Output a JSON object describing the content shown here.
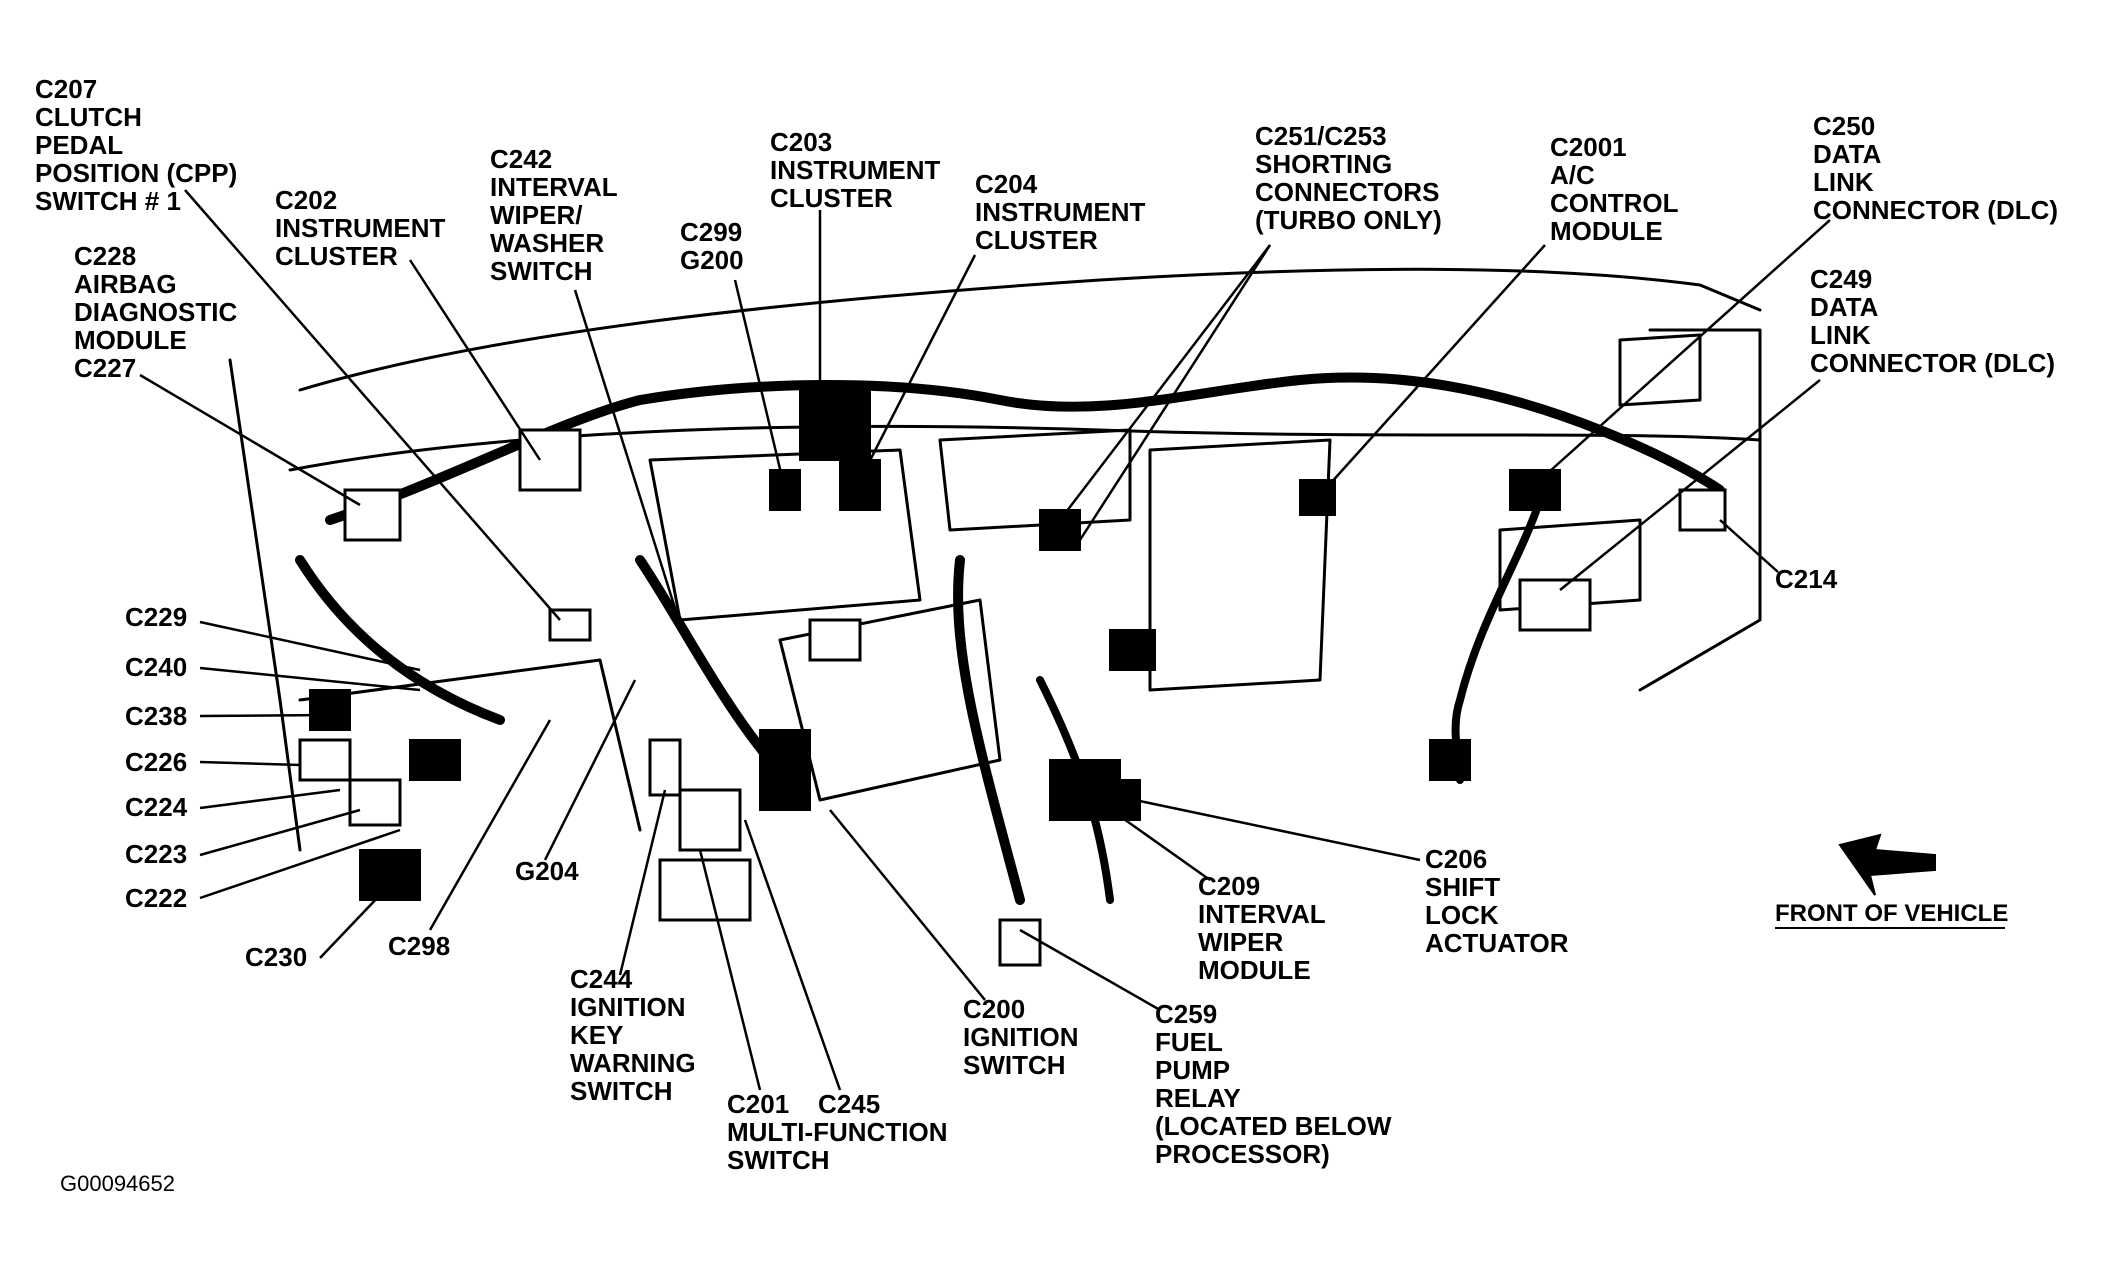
{
  "labels": {
    "c207": "C207\nCLUTCH\nPEDAL\nPOSITION (CPP)\nSWITCH # 1",
    "c202": "C202\nINSTRUMENT\nCLUSTER",
    "c242": "C242\nINTERVAL\nWIPER/\nWASHER\nSWITCH",
    "c203": "C203\nINSTRUMENT\nCLUSTER",
    "c299": "C299\nG200",
    "c204": "C204\nINSTRUMENT\nCLUSTER",
    "c251": "C251/C253\nSHORTING\nCONNECTORS\n(TURBO ONLY)",
    "c2001": "C2001\nA/C\nCONTROL\nMODULE",
    "c250": "C250\nDATA\nLINK\nCONNECTOR (DLC)",
    "c249": "C249\nDATA\nLINK\nCONNECTOR (DLC)",
    "c228": "C228\nAIRBAG\nDIAGNOSTIC\nMODULE\nC227",
    "c214": "C214",
    "c229": "C229",
    "c240": "C240",
    "c238": "C238",
    "c226": "C226",
    "c224": "C224",
    "c223": "C223",
    "c222": "C222",
    "c230": "C230",
    "c298": "C298",
    "g204": "G204",
    "c244": "C244\nIGNITION\nKEY\nWARNING\nSWITCH",
    "c201": "C201    C245\nMULTI-FUNCTION\nSWITCH",
    "c200": "C200\nIGNITION\nSWITCH",
    "c209": "C209\nINTERVAL\nWIPER\nMODULE",
    "c259": "C259\nFUEL\nPUMP\nRELAY\n(LOCATED BELOW\nPROCESSOR)",
    "c206": "C206\nSHIFT\nLOCK\nACTUATOR",
    "front": "FRONT OF VEHICLE",
    "figure_id": "G00094652"
  }
}
